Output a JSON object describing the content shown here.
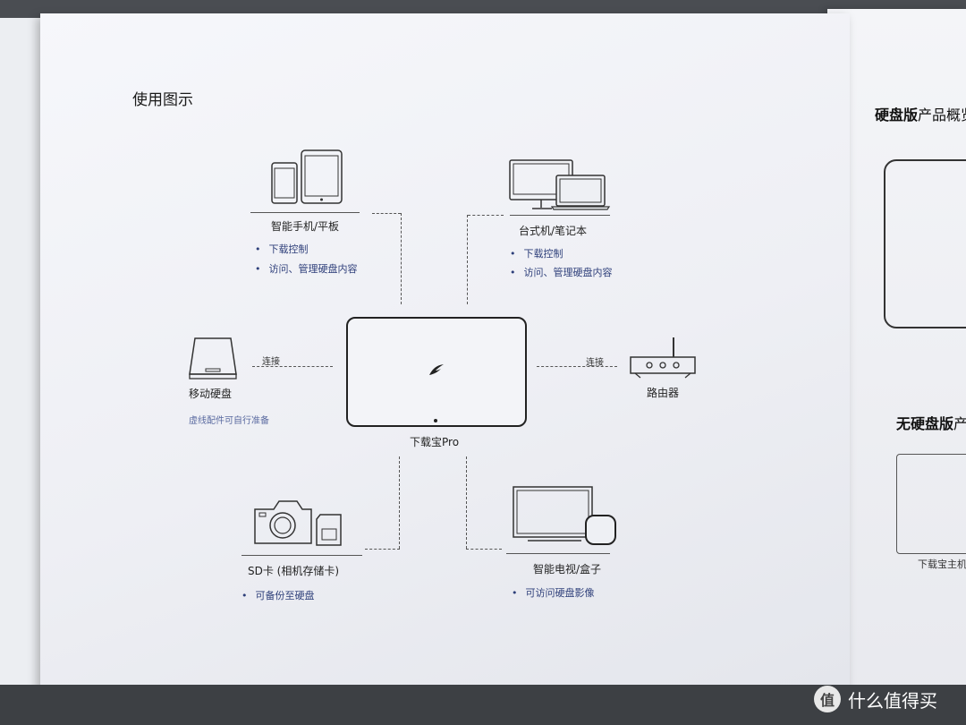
{
  "title": "使用图示",
  "hub": {
    "label": "下载宝Pro"
  },
  "phone": {
    "label": "智能手机/平板",
    "bullets": [
      "下载控制",
      "访问、管理硬盘内容"
    ]
  },
  "computer": {
    "label": "台式机/笔记本",
    "bullets": [
      "下载控制",
      "访问、管理硬盘内容"
    ]
  },
  "hdd": {
    "label": "移动硬盘",
    "connect": "连接",
    "note": "虚线配件可自行准备"
  },
  "router": {
    "label": "路由器",
    "connect": "连接"
  },
  "camera": {
    "label": "SD卡 (相机存储卡)",
    "bullets": [
      "可备份至硬盘"
    ]
  },
  "tv": {
    "label": "智能电视/盒子",
    "bullets": [
      "可访问硬盘影像"
    ]
  },
  "right_page": {
    "heading1_bold": "硬盘版",
    "heading1_rest": "产品概览",
    "heading2_bold": "无硬盘版",
    "heading2_rest": "产",
    "caption": "下载宝主机"
  },
  "watermark": {
    "icon": "值",
    "text": "什么值得买"
  }
}
